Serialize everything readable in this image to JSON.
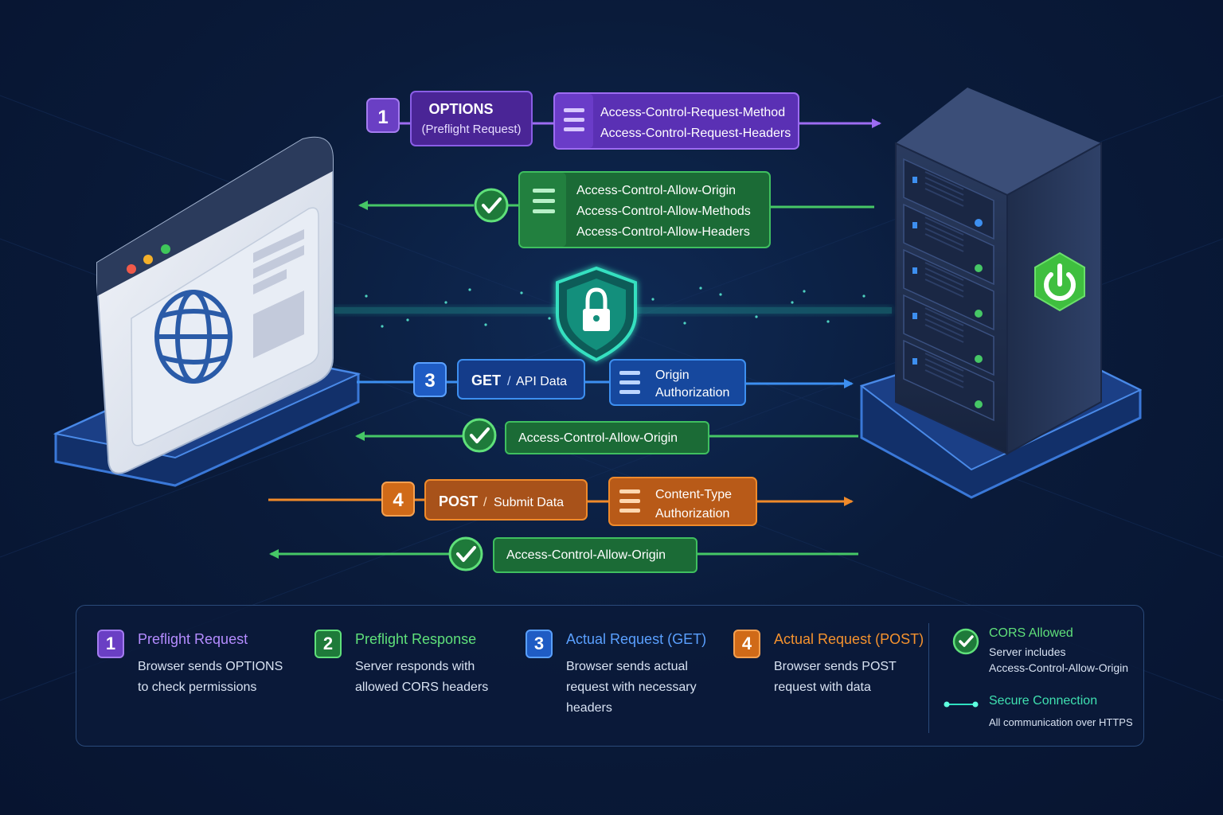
{
  "colors": {
    "purple": "#7a4fd6",
    "green": "#3fbf5f",
    "blue": "#2f7fe0",
    "orange": "#e07a22",
    "teal": "#2fe0c0",
    "background": "#0a1b3a"
  },
  "icons": {
    "browser": "browser-window-icon",
    "globe": "globe-icon",
    "server": "server-rack-icon",
    "power": "power-icon",
    "shield": "shield-lock-icon",
    "check": "check-circle-icon",
    "list": "list-icon"
  },
  "flow": {
    "step1": {
      "number": "1",
      "method": "OPTIONS",
      "method_sub": "(Preflight Request)",
      "headers": [
        "Access-Control-Request-Method",
        "Access-Control-Request-Headers"
      ]
    },
    "response1": {
      "headers": [
        "Access-Control-Allow-Origin",
        "Access-Control-Allow-Methods",
        "Access-Control-Allow-Headers"
      ]
    },
    "step3": {
      "number": "3",
      "method": "GET",
      "sep": "/",
      "method_sub": "API Data",
      "headers": [
        "Origin",
        "Authorization"
      ]
    },
    "response3": {
      "header": "Access-Control-Allow-Origin"
    },
    "step4": {
      "number": "4",
      "method": "POST",
      "sep": "/",
      "method_sub": "Submit Data",
      "headers": [
        "Content-Type",
        "Authorization"
      ]
    },
    "response4": {
      "header": "Access-Control-Allow-Origin"
    }
  },
  "legend": {
    "items": [
      {
        "number": "1",
        "title": "Preflight Request",
        "desc": [
          "Browser sends OPTIONS",
          "to check permissions"
        ]
      },
      {
        "number": "2",
        "title": "Preflight Response",
        "desc": [
          "Server responds with",
          "allowed CORS headers"
        ]
      },
      {
        "number": "3",
        "title": "Actual Request (GET)",
        "desc": [
          "Browser sends actual",
          "request with necessary",
          "headers"
        ]
      },
      {
        "number": "4",
        "title": "Actual Request (POST)",
        "desc": [
          "Browser sends POST",
          "request with data"
        ]
      }
    ],
    "cors": {
      "title": "CORS Allowed",
      "desc": [
        "Server includes",
        "Access-Control-Allow-Origin"
      ]
    },
    "secure": {
      "title": "Secure Connection",
      "desc": "All communication over HTTPS"
    }
  }
}
